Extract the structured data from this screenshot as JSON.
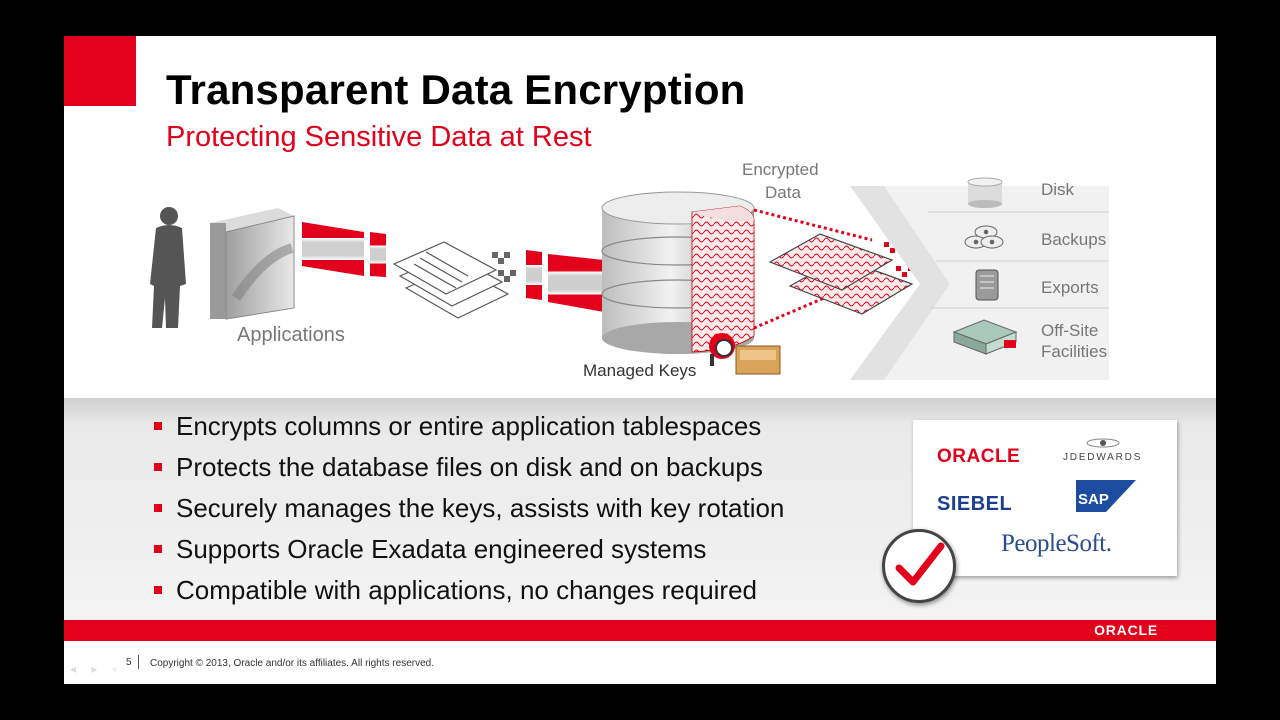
{
  "slide": {
    "title": "Transparent Data Encryption",
    "subtitle": "Protecting Sensitive Data at Rest",
    "accent_color": "#e3001b"
  },
  "diagram": {
    "applications_label": "Applications",
    "encrypted_data_label_line1": "Encrypted",
    "encrypted_data_label_line2": "Data",
    "managed_keys_label": "Managed Keys",
    "storage_items": [
      {
        "label": "Disk",
        "icon": "disk-icon"
      },
      {
        "label": "Backups",
        "icon": "backups-icon"
      },
      {
        "label": "Exports",
        "icon": "exports-icon"
      },
      {
        "label": "Off-Site",
        "label2": "Facilities",
        "icon": "offsite-facilities-icon"
      }
    ]
  },
  "bullets": [
    "Encrypts columns or entire application tablespaces",
    "Protects the database files on disk and on backups",
    "Securely manages the keys, assists with key rotation",
    "Supports Oracle Exadata engineered systems",
    "Compatible with applications, no changes required"
  ],
  "logos": {
    "oracle": "ORACLE",
    "jdedwards": "JDEDWARDS",
    "siebel": "SIEBEL",
    "sap": "SAP",
    "peoplesoft": "PeopleSoft."
  },
  "footer": {
    "brand": "ORACLE",
    "page_number": "5",
    "copyright": "Copyright © 2013, Oracle and/or its affiliates. All rights reserved."
  }
}
